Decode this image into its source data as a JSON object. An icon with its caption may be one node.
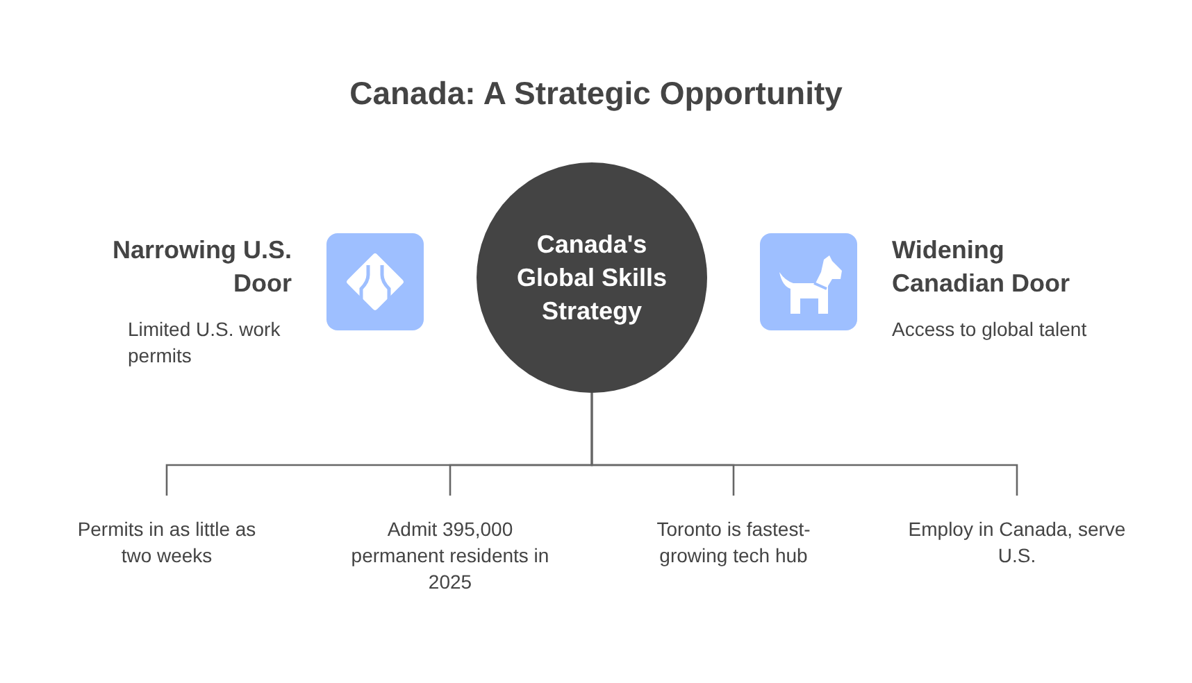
{
  "diagram": {
    "title": "Canada: A Strategic Opportunity",
    "nodes": [
      {
        "text": [
          "Canada's Global Skills Strategy"
        ]
      },
      {
        "text": [
          "Narrowing U.S. Door",
          "Limited U.S. work permits"
        ]
      },
      {
        "text": [
          "Widening Canadian Door",
          "Access to global talent"
        ]
      },
      {
        "text": [
          "Permits in as little as two weeks"
        ]
      },
      {
        "text": [
          "Admit 395,000 permanent residents in 2025"
        ]
      },
      {
        "text": [
          "Toronto is fastest-growing tech hub"
        ]
      },
      {
        "text": [
          "Employ in Canada, serve U.S."
        ]
      }
    ],
    "edges": [
      {
        "from": 0,
        "to": 3,
        "arrow": "none"
      },
      {
        "from": 0,
        "to": 4,
        "arrow": "none"
      },
      {
        "from": 0,
        "to": 5,
        "arrow": "none"
      },
      {
        "from": 0,
        "to": 6,
        "arrow": "none"
      }
    ]
  }
}
